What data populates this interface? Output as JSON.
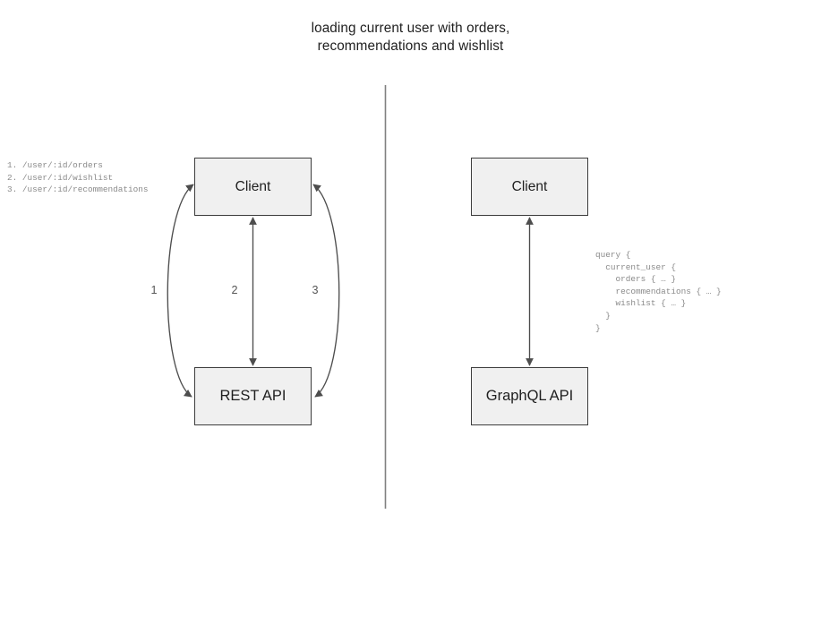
{
  "diagram": {
    "title": "loading current user with orders,\nrecommendations and wishlist",
    "divider_color": "#808080",
    "node_fill": "#f0f0f0",
    "node_border": "#3c3c3c",
    "arrow_color": "#4d4d4d",
    "code_color": "#8a8a8a"
  },
  "rest_side": {
    "client_label": "Client",
    "api_label": "REST API",
    "endpoints": "1. /user/:id/orders\n2. /user/:id/wishlist\n3. /user/:id/recommendations",
    "arrow_labels": [
      "1",
      "2",
      "3"
    ]
  },
  "graphql_side": {
    "client_label": "Client",
    "api_label": "GraphQL API",
    "query": "query {\n  current_user {\n    orders { … }\n    recommendations { … }\n    wishlist { … }\n  }\n}"
  }
}
